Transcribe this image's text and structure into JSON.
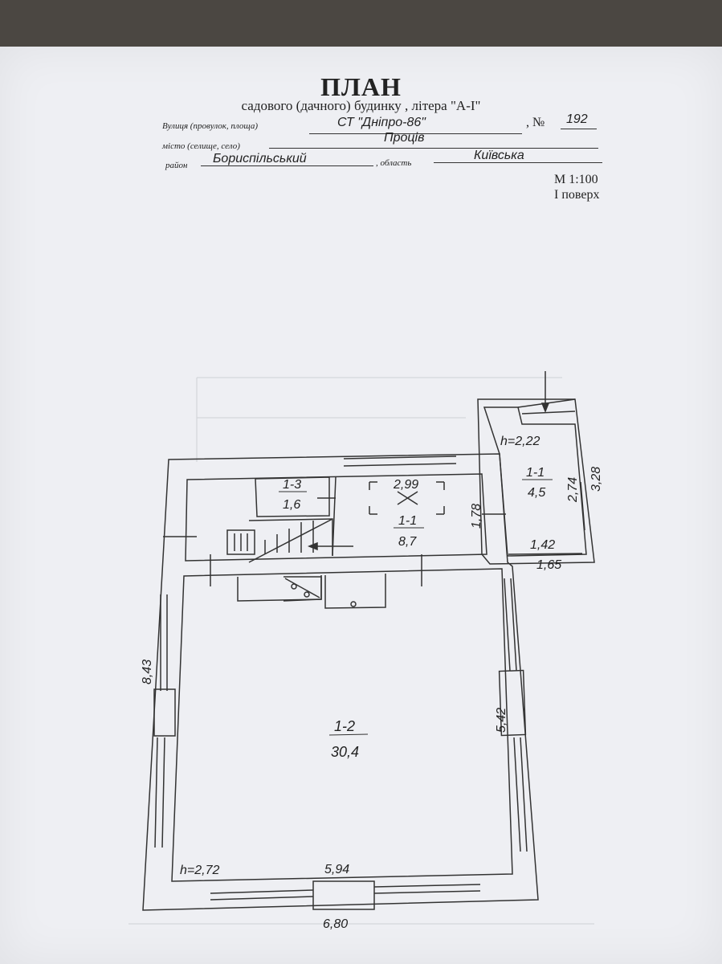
{
  "header": {
    "title": "ПЛАН",
    "subtitle": "садового (дачного) будинку , літера \"А-I\"",
    "street_label": "Вулиця (провулок, площа)",
    "street_value": "СТ \"Дніпро-86\"",
    "number_label": ", №",
    "number_value": "192",
    "city_label": "місто (селище, село)",
    "city_value": "Проців",
    "district_label": "район",
    "district_value": "Бориспільський",
    "region_label": ", область",
    "region_value": "Київська",
    "scale": "М 1:100",
    "floor": "I поверх"
  },
  "plan": {
    "rooms": [
      {
        "id": "1-3",
        "area": "1,6"
      },
      {
        "id": "1-1",
        "area": "8,7"
      },
      {
        "id": "1-1",
        "area": "4,5"
      },
      {
        "id": "1-2",
        "area": "30,4"
      }
    ],
    "dimensions": {
      "d_2_99": "2,99",
      "d_1_78": "1,78",
      "d_2_74": "2,74",
      "d_3_28": "3,28",
      "d_1_42": "1,42",
      "d_1_65": "1,65",
      "d_8_43": "8,43",
      "d_5_42": "5,42",
      "d_5_94": "5,94",
      "d_6_80": "6,80"
    },
    "heights": {
      "porch": "h=2,22",
      "main": "h=2,72"
    }
  }
}
